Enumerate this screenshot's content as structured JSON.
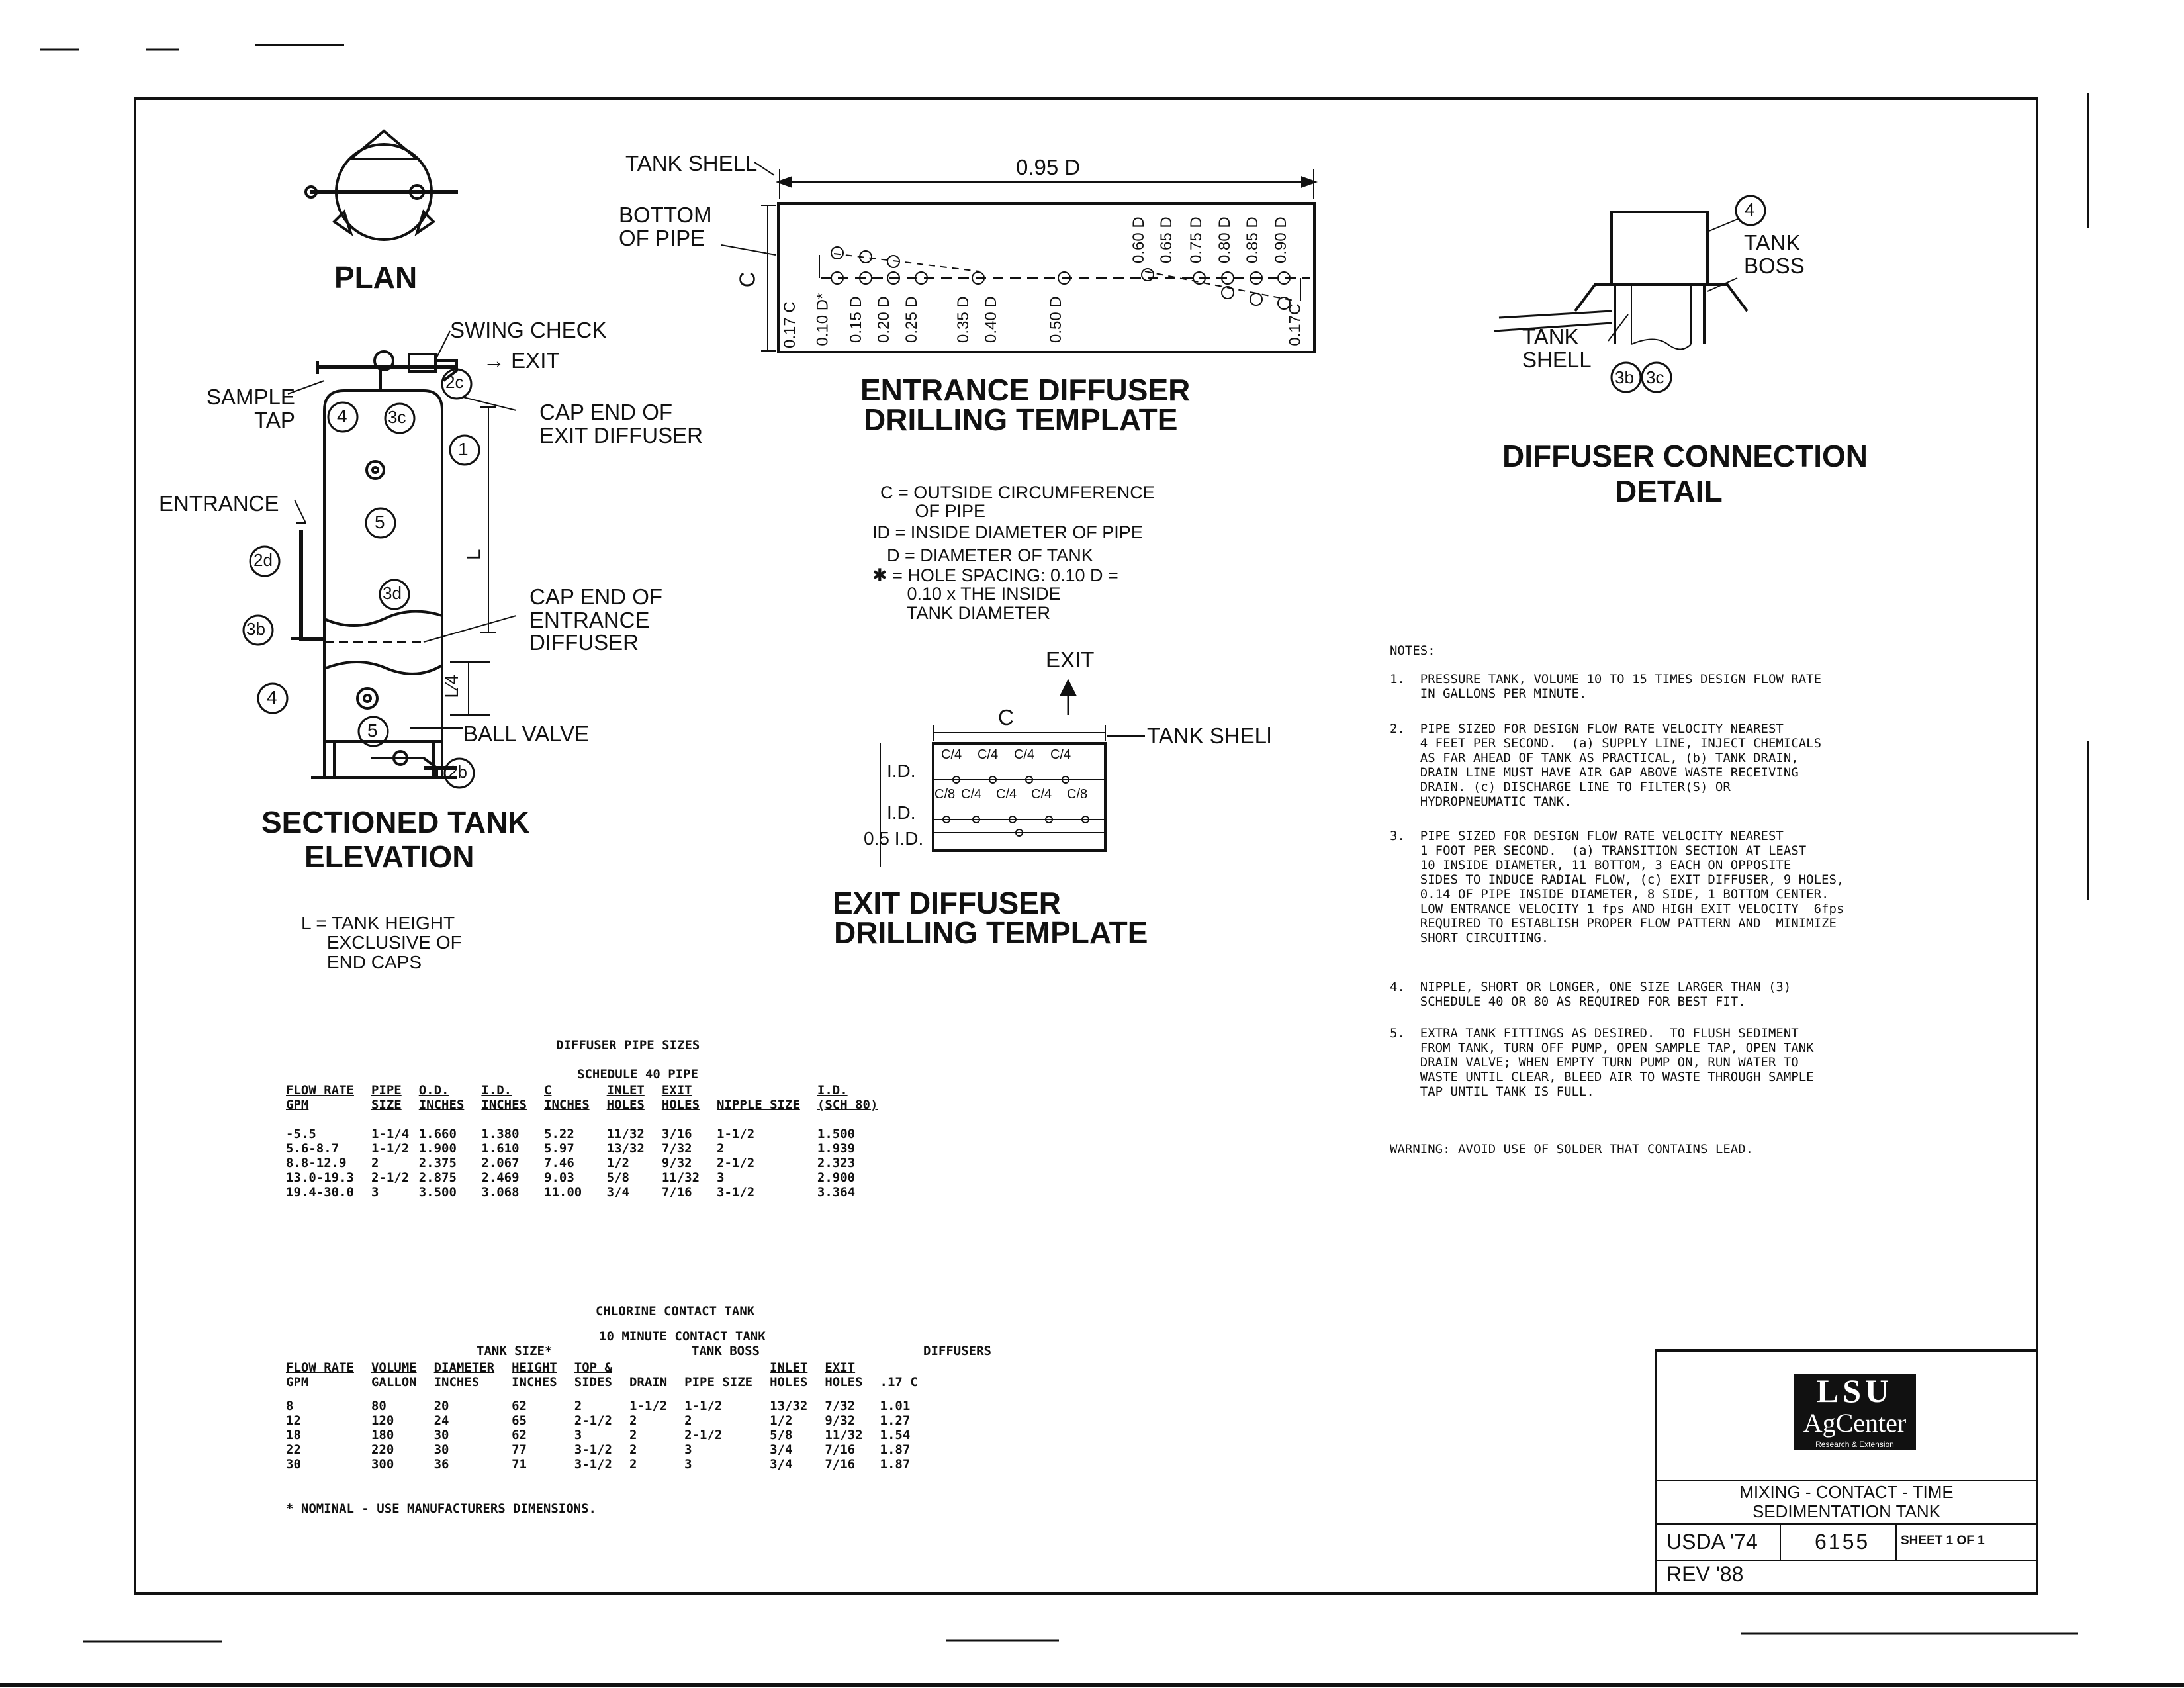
{
  "plan": {
    "title": "PLAN"
  },
  "elevation": {
    "title_line1": "SECTIONED TANK",
    "title_line2": "ELEVATION",
    "swing_check": "SWING CHECK",
    "exit": "→ EXIT",
    "sample_tap": "SAMPLE\nTAP",
    "cap_exit": "CAP END OF\nEXIT DIFFUSER",
    "entrance": "ENTRANCE",
    "cap_entrance": "CAP END OF\nENTRANCE\nDIFFUSER",
    "ball_valve": "BALL VALVE",
    "l_note": "L = TANK HEIGHT\n     EXCLUSIVE OF\n     END CAPS",
    "dim_L": "L",
    "dim_quarter": "L⁄4",
    "callouts": [
      "1",
      "2c",
      "4",
      "3c",
      "5",
      "2d",
      "3d",
      "3b",
      "4",
      "5",
      "2b"
    ]
  },
  "entrance_template": {
    "title_line1": "ENTRANCE DIFFUSER",
    "title_line2": "DRILLING TEMPLATE",
    "tank_shell": "TANK SHELL",
    "bottom_of_pipe": "BOTTOM\nOF PIPE",
    "width_dim": "0.95 D",
    "height_dim": "C",
    "positions": [
      "0.17 C",
      "0.10 D*",
      "0.15 D",
      "0.20 D",
      "0.25 D",
      "0.35 D",
      "0.40 D",
      "0.50 D",
      "0.60 D",
      "0.65 D",
      "0.75 D",
      "0.80 D",
      "0.85 D",
      "0.90 D",
      "0.17C"
    ]
  },
  "legend": {
    "c": "C = OUTSIDE CIRCUMFERENCE\n       OF PIPE",
    "id": "ID = INSIDE DIAMETER OF PIPE",
    "d": "D = DIAMETER OF TANK",
    "star": "✱ = HOLE SPACING: 0.10 D =\n       0.10 x THE INSIDE\n       TANK DIAMETER"
  },
  "exit_template": {
    "title_line1": "EXIT DIFFUSER",
    "title_line2": "DRILLING TEMPLATE",
    "exit": "EXIT",
    "c": "C",
    "tank_shell": "TANK SHELl",
    "id1": "I.D.",
    "id2": "I.D.",
    "id3": "0.5 I.D.",
    "row1": [
      "C/4",
      "C/4",
      "C/4",
      "C/4"
    ],
    "row2": [
      "C/8",
      "C/4",
      "C/4",
      "C/4",
      "C/8"
    ]
  },
  "connection": {
    "title_line1": "DIFFUSER CONNECTION",
    "title_line2": "DETAIL",
    "tank_boss": "TANK\nBOSS",
    "tank_shell": "TANK\nSHELL",
    "callouts": [
      "4",
      "3b",
      "3c"
    ]
  },
  "notes": {
    "heading": "NOTES:",
    "items": [
      "1.  PRESSURE TANK, VOLUME 10 TO 15 TIMES DESIGN FLOW RATE\n    IN GALLONS PER MINUTE.",
      "2.  PIPE SIZED FOR DESIGN FLOW RATE VELOCITY NEAREST\n    4 FEET PER SECOND.  (a) SUPPLY LINE, INJECT CHEMICALS\n    AS FAR AHEAD OF TANK AS PRACTICAL, (b) TANK DRAIN,\n    DRAIN LINE MUST HAVE AIR GAP ABOVE WASTE RECEIVING\n    DRAIN. (c) DISCHARGE LINE TO FILTER(S) OR\n    HYDROPNEUMATIC TANK.",
      "3.  PIPE SIZED FOR DESIGN FLOW RATE VELOCITY NEAREST\n    1 FOOT PER SECOND.  (a) TRANSITION SECTION AT LEAST\n    10 INSIDE DIAMETER, 11 BOTTOM, 3 EACH ON OPPOSITE\n    SIDES TO INDUCE RADIAL FLOW, (c) EXIT DIFFUSER, 9 HOLES,\n    0.14 OF PIPE INSIDE DIAMETER, 8 SIDE, 1 BOTTOM CENTER.\n    LOW ENTRANCE VELOCITY 1 fps AND HIGH EXIT VELOCITY  6fps\n    REQUIRED TO ESTABLISH PROPER FLOW PATTERN AND  MINIMIZE\n    SHORT CIRCUITING.",
      "4.  NIPPLE, SHORT OR LONGER, ONE SIZE LARGER THAN (3)\n    SCHEDULE 40 OR 80 AS REQUIRED FOR BEST FIT.",
      "5.  EXTRA TANK FITTINGS AS DESIRED.  TO FLUSH SEDIMENT\n    FROM TANK, TURN OFF PUMP, OPEN SAMPLE TAP, OPEN TANK\n    DRAIN VALVE; WHEN EMPTY TURN PUMP ON, RUN WATER TO\n    WASTE UNTIL CLEAR, BLEED AIR TO WASTE THROUGH SAMPLE\n    TAP UNTIL TANK IS FULL."
    ],
    "warning": "WARNING: AVOID USE OF SOLDER THAT CONTAINS LEAD."
  },
  "pipe_table": {
    "title": "DIFFUSER PIPE SIZES",
    "subtitle": "SCHEDULE 40 PIPE",
    "headers": [
      "FLOW RATE\nGPM",
      "PIPE\nSIZE",
      "O.D.\nINCHES",
      "I.D.\nINCHES",
      "C\nINCHES",
      "INLET\nHOLES",
      "EXIT\nHOLES",
      "NIPPLE SIZE",
      "I.D.\n(SCH 80)"
    ],
    "rows": [
      [
        "-5.5",
        "1-1/4",
        "1.660",
        "1.380",
        "5.22",
        "11/32",
        "3/16",
        "1-1/2",
        "1.500"
      ],
      [
        "5.6-8.7",
        "1-1/2",
        "1.900",
        "1.610",
        "5.97",
        "13/32",
        "7/32",
        "2",
        "1.939"
      ],
      [
        "8.8-12.9",
        "2",
        "2.375",
        "2.067",
        "7.46",
        "1/2",
        "9/32",
        "2-1/2",
        "2.323"
      ],
      [
        "13.0-19.3",
        "2-1/2",
        "2.875",
        "2.469",
        "9.03",
        "5/8",
        "11/32",
        "3",
        "2.900"
      ],
      [
        "19.4-30.0",
        "3",
        "3.500",
        "3.068",
        "11.00",
        "3/4",
        "7/16",
        "3-1/2",
        "3.364"
      ]
    ]
  },
  "contact_table": {
    "title": "CHLORINE CONTACT TANK",
    "subtitle": "10 MINUTE CONTACT TANK",
    "group_tank_size": "TANK SIZE*",
    "group_tank_boss": "TANK BOSS",
    "group_diffusers": "DIFFUSERS",
    "headers": [
      "FLOW RATE\nGPM",
      "VOLUME\nGALLON",
      "DIAMETER\nINCHES",
      "HEIGHT\nINCHES",
      "TOP &\nSIDES",
      "DRAIN",
      "PIPE SIZE",
      "INLET\nHOLES",
      "EXIT\nHOLES",
      ".17 C"
    ],
    "rows": [
      [
        "8",
        "80",
        "20",
        "62",
        "2",
        "1-1/2",
        "1-1/2",
        "13/32",
        "7/32",
        "1.01"
      ],
      [
        "12",
        "120",
        "24",
        "65",
        "2-1/2",
        "2",
        "2",
        "1/2",
        "9/32",
        "1.27"
      ],
      [
        "18",
        "180",
        "30",
        "62",
        "3",
        "2",
        "2-1/2",
        "5/8",
        "11/32",
        "1.54"
      ],
      [
        "22",
        "220",
        "30",
        "77",
        "3-1/2",
        "2",
        "3",
        "3/4",
        "7/16",
        "1.87"
      ],
      [
        "30",
        "300",
        "36",
        "71",
        "3-1/2",
        "2",
        "3",
        "3/4",
        "7/16",
        "1.87"
      ]
    ],
    "footnote": "* NOMINAL - USE MANUFACTURERS DIMENSIONS."
  },
  "title_block": {
    "logo_main": "LSU",
    "logo_sub": "AgCenter",
    "logo_tag": "Research & Extension",
    "title_line1": "MIXING - CONTACT - TIME",
    "title_line2": "SEDIMENTATION TANK",
    "agency": "USDA '74",
    "number": "6155",
    "sheet": "SHEET 1 OF 1",
    "rev": "REV '88"
  }
}
